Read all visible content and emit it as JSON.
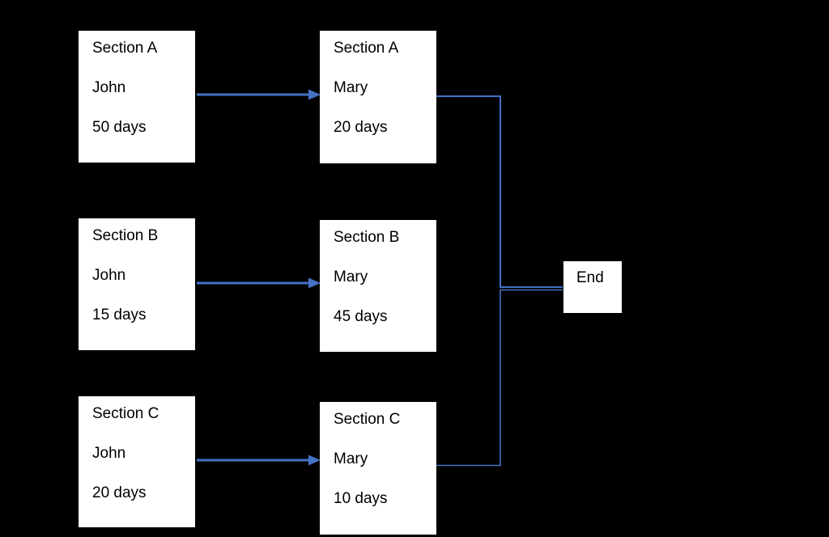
{
  "diagram": {
    "background": "#000000",
    "accent": "#4472C4",
    "box_fill": "#FFFFFF",
    "text_color": "#000000"
  },
  "nodes": [
    {
      "section": "Section A",
      "person": "John",
      "duration": "50 days"
    },
    {
      "section": "Section A",
      "person": "Mary",
      "duration": "20 days"
    },
    {
      "section": "Section B",
      "person": "John",
      "duration": "15 days"
    },
    {
      "section": "Section B",
      "person": "Mary",
      "duration": "45 days"
    },
    {
      "section": "Section C",
      "person": "John",
      "duration": "20 days"
    },
    {
      "section": "Section C",
      "person": "Mary",
      "duration": "10 days"
    }
  ],
  "end": {
    "label": "End"
  }
}
